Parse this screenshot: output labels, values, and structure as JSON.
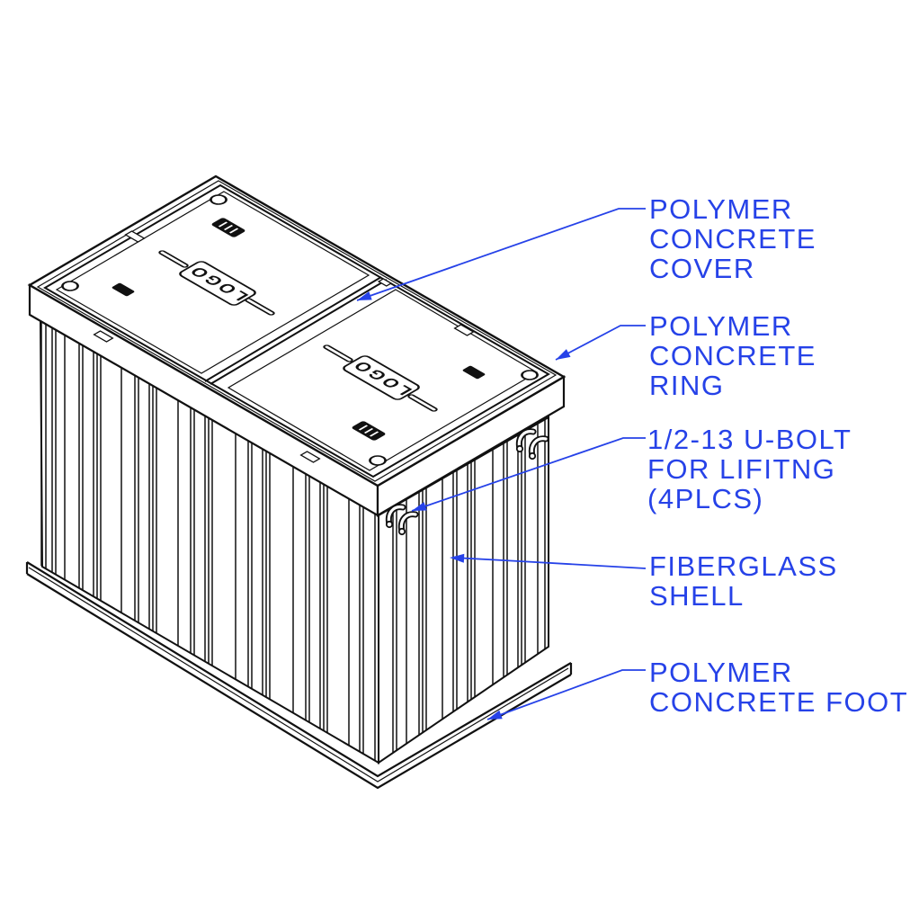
{
  "figure": {
    "type": "isometric-technical-drawing",
    "subject": "Polymer concrete cover and ring assembly on fiberglass shell with polymer concrete foot",
    "logo_text": "LOGO",
    "colors": {
      "callout": "#2642e8",
      "line": "#111111",
      "background": "#ffffff"
    },
    "callouts": [
      {
        "id": "cover",
        "lines": [
          "POLYMER",
          "CONCRETE",
          "COVER"
        ]
      },
      {
        "id": "ring",
        "lines": [
          "POLYMER",
          "CONCRETE",
          "RING"
        ]
      },
      {
        "id": "ubolt",
        "lines": [
          "1/2-13 U-BOLT",
          "FOR LIFITNG",
          "(4PLCS)"
        ]
      },
      {
        "id": "shell",
        "lines": [
          "FIBERGLASS",
          "SHELL"
        ]
      },
      {
        "id": "foot",
        "lines": [
          "POLYMER",
          "CONCRETE FOOT"
        ]
      }
    ]
  }
}
